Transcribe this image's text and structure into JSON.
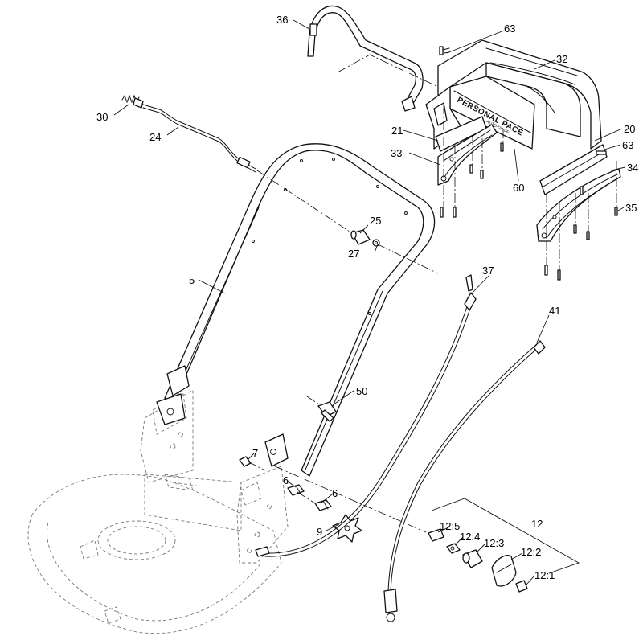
{
  "diagram": {
    "brand_label": "PERSONAL PACE",
    "brand_sublabel": "AUTO-DRIVE",
    "callouts": {
      "c36": "36",
      "c63a": "63",
      "c32": "32",
      "c30": "30",
      "c24": "24",
      "c21": "21",
      "c33": "33",
      "c60": "60",
      "c20": "20",
      "c63b": "63",
      "c34": "34",
      "c35": "35",
      "c25": "25",
      "c27": "27",
      "c5": "5",
      "c37": "37",
      "c41": "41",
      "c50": "50",
      "c7": "7",
      "c6a": "6",
      "c6b": "6",
      "c9": "9",
      "c12": "12",
      "c12_5": "12:5",
      "c12_4": "12:4",
      "c12_3": "12:3",
      "c12_2": "12:2",
      "c12_1": "12:1"
    }
  }
}
